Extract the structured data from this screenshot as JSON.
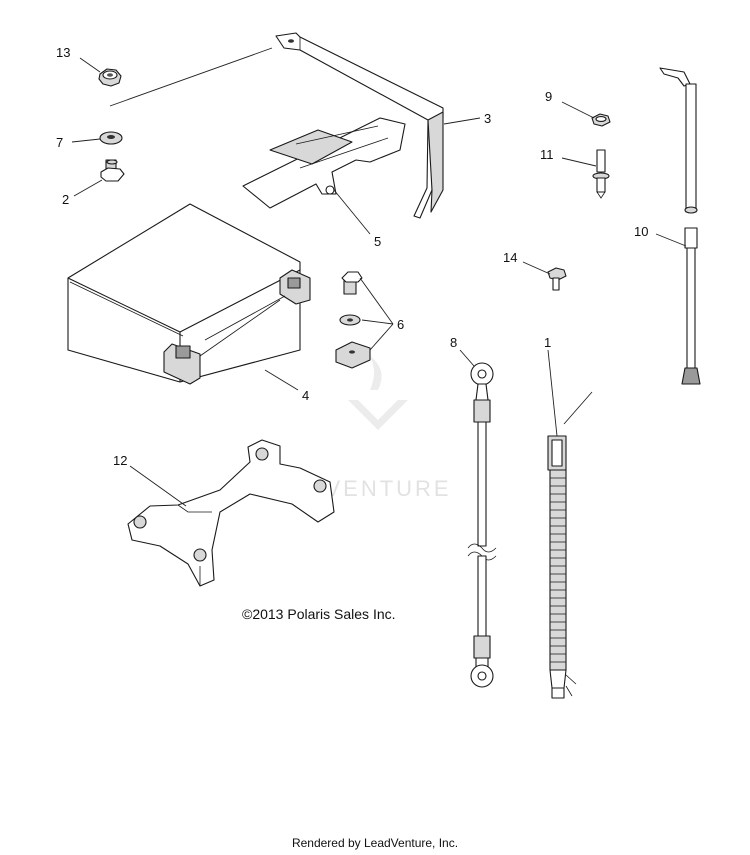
{
  "diagram": {
    "copyright": "©2013 Polaris Sales Inc.",
    "footer": "Rendered by LeadVenture, Inc.",
    "watermark": "LEADVENTURE",
    "callouts": [
      {
        "id": "1",
        "part": "cable-corrugated"
      },
      {
        "id": "2",
        "part": "bolt"
      },
      {
        "id": "3",
        "part": "hold-down-strap"
      },
      {
        "id": "4",
        "part": "battery"
      },
      {
        "id": "5",
        "part": "battery-cover"
      },
      {
        "id": "6",
        "part": "terminal-hardware"
      },
      {
        "id": "7",
        "part": "washer"
      },
      {
        "id": "8",
        "part": "battery-cable"
      },
      {
        "id": "9",
        "part": "nut"
      },
      {
        "id": "10",
        "part": "vent-tube"
      },
      {
        "id": "11",
        "part": "stud"
      },
      {
        "id": "12",
        "part": "battery-tray"
      },
      {
        "id": "13",
        "part": "nut-flange"
      },
      {
        "id": "14",
        "part": "screw"
      }
    ]
  }
}
